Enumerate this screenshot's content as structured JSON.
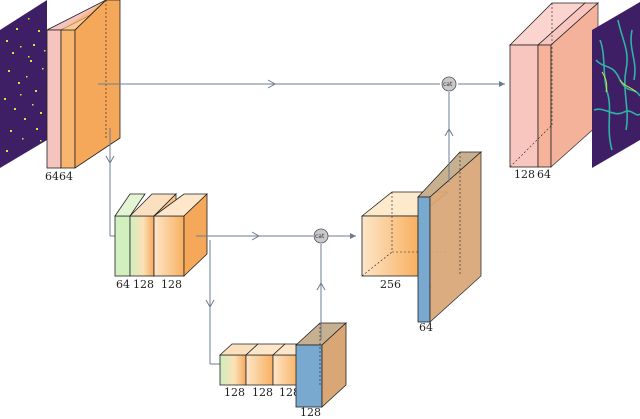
{
  "colors": {
    "line": "#6b7c93",
    "green_face": "#d6f2c2",
    "orange_face": "#f9c27a",
    "pink_face": "#f6c4bf",
    "blue_face": "#6fa3cc",
    "brown_face": "#d6a77a",
    "map_bg": "#3e1f66",
    "map_speck": "#c9ef3b",
    "map_teal": "#2a9a8f"
  },
  "blocks": {
    "input_block": {
      "labels": [
        "64",
        "64"
      ]
    },
    "enc_block_2": {
      "labels": [
        "64",
        "128",
        "128"
      ]
    },
    "bottleneck_block": {
      "labels": [
        "128",
        "128",
        "128"
      ],
      "up_label": "128"
    },
    "dec_block_2": {
      "labels": [
        "256",
        "64"
      ],
      "up_label": "64"
    },
    "output_block": {
      "labels": [
        "128",
        "64"
      ]
    }
  },
  "concat": {
    "symbol": "cat"
  }
}
